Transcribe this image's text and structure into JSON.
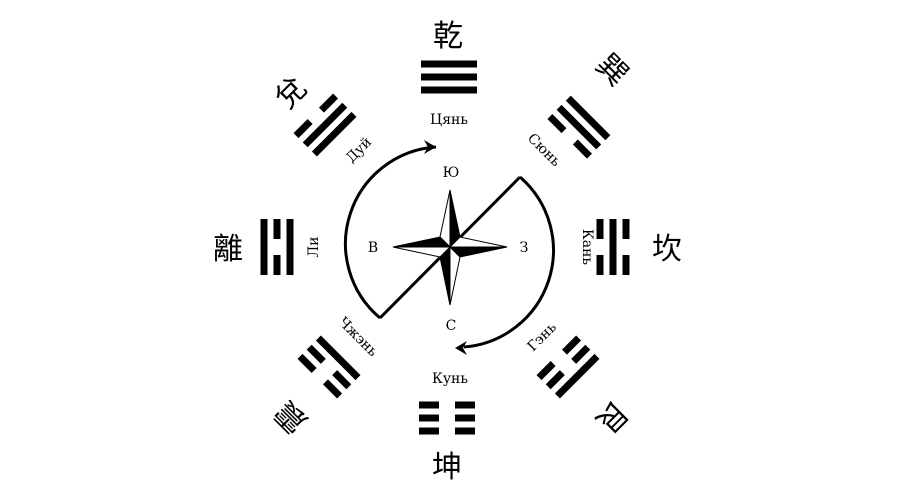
{
  "trigrams": [
    {
      "id": "qian",
      "character": "乾",
      "name": "Цянь",
      "lines": [
        1,
        1,
        1
      ]
    },
    {
      "id": "xun",
      "character": "巽",
      "name": "Сюнь",
      "lines": [
        1,
        1,
        0
      ]
    },
    {
      "id": "kan",
      "character": "坎",
      "name": "Кань",
      "lines": [
        0,
        1,
        0
      ]
    },
    {
      "id": "gen",
      "character": "艮",
      "name": "Гэнь",
      "lines": [
        1,
        0,
        0
      ]
    },
    {
      "id": "kun",
      "character": "坤",
      "name": "Кунь",
      "lines": [
        0,
        0,
        0
      ]
    },
    {
      "id": "zhen",
      "character": "震",
      "name": "Чжэнь",
      "lines": [
        0,
        0,
        1
      ]
    },
    {
      "id": "li",
      "character": "離",
      "name": "Ли",
      "lines": [
        1,
        0,
        1
      ]
    },
    {
      "id": "dui",
      "character": "兌",
      "name": "Дуй",
      "lines": [
        0,
        1,
        1
      ]
    }
  ],
  "compass": {
    "south": "Ю",
    "north": "С",
    "east": "В",
    "west": "З"
  },
  "colors": {
    "ink": "#000000",
    "background": "#ffffff"
  }
}
